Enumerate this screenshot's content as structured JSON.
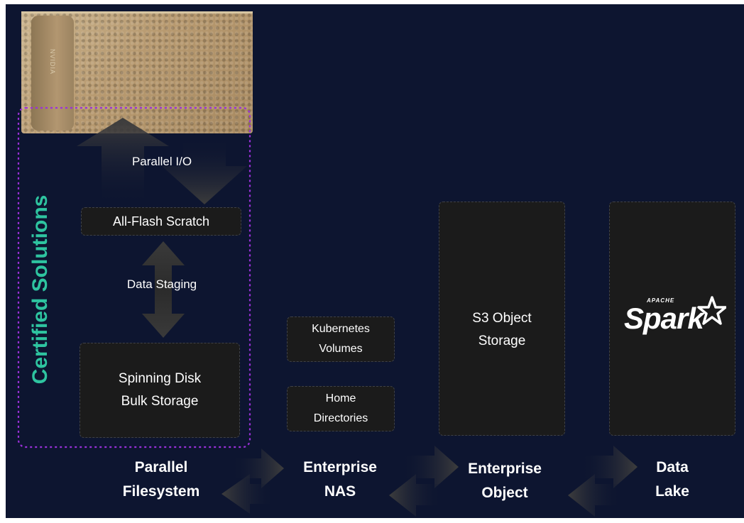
{
  "colors": {
    "background": "#0d1530",
    "certified_highlight": "#2ec4a0",
    "dashed_outline": "#9b30d9",
    "box_fill": "#1b1b1b",
    "arrow": "#3a3a3a"
  },
  "hardware": {
    "brand_text": "NVIDIA"
  },
  "certified_solutions": {
    "label": "Certified Solutions"
  },
  "parallel_stack": {
    "parallel_io": "Parallel I/O",
    "all_flash": "All-Flash Scratch",
    "data_staging": "Data Staging",
    "spinning_disk": "Spinning Disk\nBulk Storage"
  },
  "nas_boxes": {
    "kubernetes": "Kubernetes\nVolumes",
    "home": "Home\nDirectories"
  },
  "object_box": {
    "label": "S3 Object\nStorage"
  },
  "spark_box": {
    "logo_small": "APACHE",
    "logo_text": "Spark",
    "icon": "star-icon"
  },
  "bottom_labels": {
    "parallel": "Parallel\nFilesystem",
    "nas": "Enterprise\nNAS",
    "object": "Enterprise\nObject",
    "lake": "Data\nLake"
  }
}
